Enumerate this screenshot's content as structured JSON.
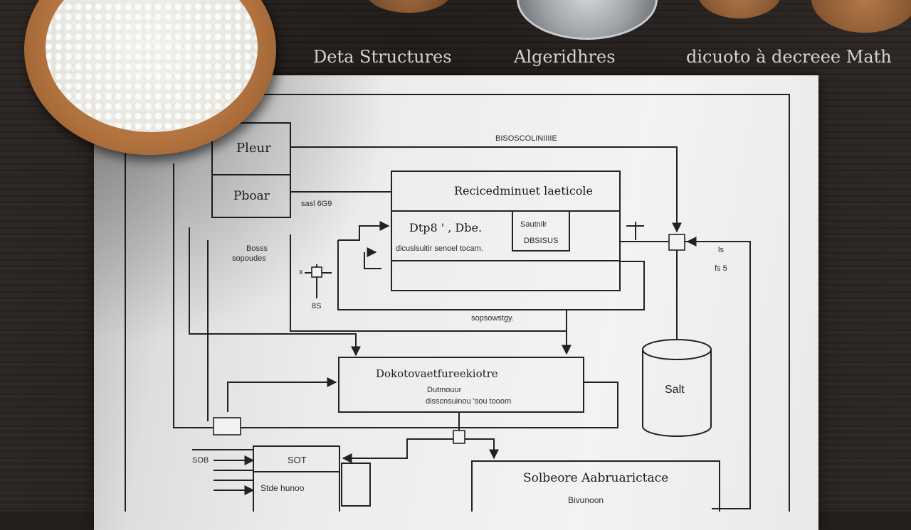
{
  "headings": {
    "left": "Deta Structures",
    "center": "Algeridhres",
    "right": "dicuoto à decreee Math"
  },
  "diagram": {
    "box_pleur": "Pleur",
    "box_pboar": "Pboar",
    "label_top": "BISOSCOLINIIIIE",
    "label_sasl": "sasl 6G9",
    "box_main_title": "Recicedminuet laeticole",
    "box_dbe": "Dtp8 ' , Dbe.",
    "box_small_1": "Sautnilr",
    "box_small_2": "DBSISUS",
    "box_main_sub": "dicusisuitir senoel tocam.",
    "label_boss_1": "Bosss",
    "label_boss_2": "sopoudes",
    "label_x": "x",
    "label_8s": "8S",
    "label_right_1": "ls",
    "label_right_2": "fs 5",
    "label_sopsowstgy": "sopsowstgy.",
    "box_mid_title": "Dokotovaetfureekiotre",
    "box_mid_sub1": "Dutmouur",
    "box_mid_sub2": "disscnsuinou 'sou tooom",
    "cylinder": "Salt",
    "box_sot": "SOT",
    "box_stde": "Stde hunoo",
    "label_bottom_left": "SOB",
    "box_bottom_title": "Solbeore Aabruarictace",
    "box_bottom_sub": "Bivunoon"
  }
}
